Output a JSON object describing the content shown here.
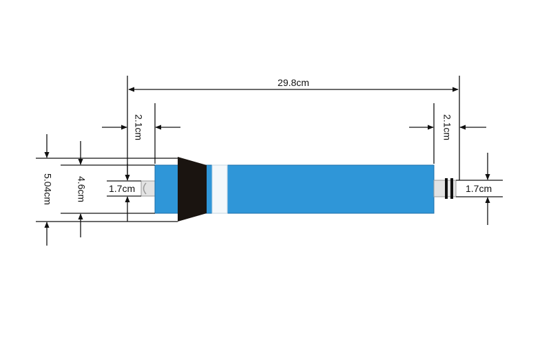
{
  "dimensions": {
    "overall_length": "29.8cm",
    "left_end_length": "2.1cm",
    "right_end_length": "2.1cm",
    "outer_diameter": "5.04cm",
    "body_diameter": "4.6cm",
    "left_connector_diameter": "1.7cm",
    "right_connector_diameter": "1.7cm"
  },
  "colors": {
    "membrane_body": "#2f96d8",
    "brine_seal": "#1a1410",
    "connector": "#e3e3e3",
    "o_ring": "#111111",
    "dimension_line": "#111111"
  }
}
